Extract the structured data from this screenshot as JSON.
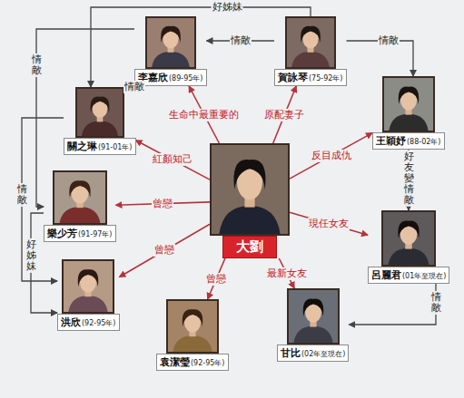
{
  "diagram": {
    "nodes": [
      {
        "text": [
          "李嘉欣",
          "(89-95年)"
        ]
      },
      {
        "text": [
          "賀詠琴",
          "(75-92年)"
        ]
      },
      {
        "text": [
          "關之琳",
          "(91-01年)"
        ]
      },
      {
        "text": [
          "王穎妤",
          "(88-02年)"
        ]
      },
      {
        "text": [
          "大劉"
        ]
      },
      {
        "text": [
          "樂少芳",
          "(91-97年)"
        ]
      },
      {
        "text": [
          "呂麗君",
          "(01年至現在)"
        ]
      },
      {
        "text": [
          "洪欣",
          "(92-95年)"
        ]
      },
      {
        "text": [
          "袁潔瑩",
          "(92-95年)"
        ]
      },
      {
        "text": [
          "甘比",
          "(02年至現在)"
        ]
      }
    ],
    "edges": [
      {
        "from": 4,
        "to": 0,
        "label": "生命中最重要的",
        "arrow": "to"
      },
      {
        "from": 4,
        "to": 1,
        "label": "原配妻子",
        "arrow": "to"
      },
      {
        "from": 4,
        "to": 3,
        "label": "反目成仇",
        "arrow": "to"
      },
      {
        "from": 4,
        "to": 2,
        "label": "紅顏知己",
        "arrow": "to"
      },
      {
        "from": 4,
        "to": 5,
        "label": "曾戀",
        "arrow": "to"
      },
      {
        "from": 4,
        "to": 6,
        "label": "現任女友",
        "arrow": "to"
      },
      {
        "from": 4,
        "to": 7,
        "label": "曾戀",
        "arrow": "to"
      },
      {
        "from": 4,
        "to": 8,
        "label": "曾戀",
        "arrow": "to"
      },
      {
        "from": 4,
        "to": 9,
        "label": "最新女友",
        "arrow": "to"
      },
      {
        "from": 1,
        "to": 0,
        "label": "情敵",
        "arrow": "to"
      },
      {
        "from": 1,
        "to": 3,
        "label": "情敵",
        "arrow": "to"
      },
      {
        "from": 0,
        "to": 2,
        "label": "情敵",
        "arrow": "to"
      },
      {
        "from": 1,
        "to": 2,
        "label": "好姊妹",
        "arrow": "to"
      },
      {
        "from": 0,
        "to": 5,
        "label": "情敵",
        "arrow": "to"
      },
      {
        "from": 2,
        "to": 7,
        "label": "情敵",
        "arrow": "to"
      },
      {
        "from": 5,
        "to": 7,
        "label": "好姊妹",
        "arrow": "to"
      },
      {
        "from": 3,
        "to": 6,
        "label": "好友變情敵",
        "arrow": "to"
      },
      {
        "from": 6,
        "to": 9,
        "label": "情敵",
        "arrow": "to"
      }
    ]
  }
}
